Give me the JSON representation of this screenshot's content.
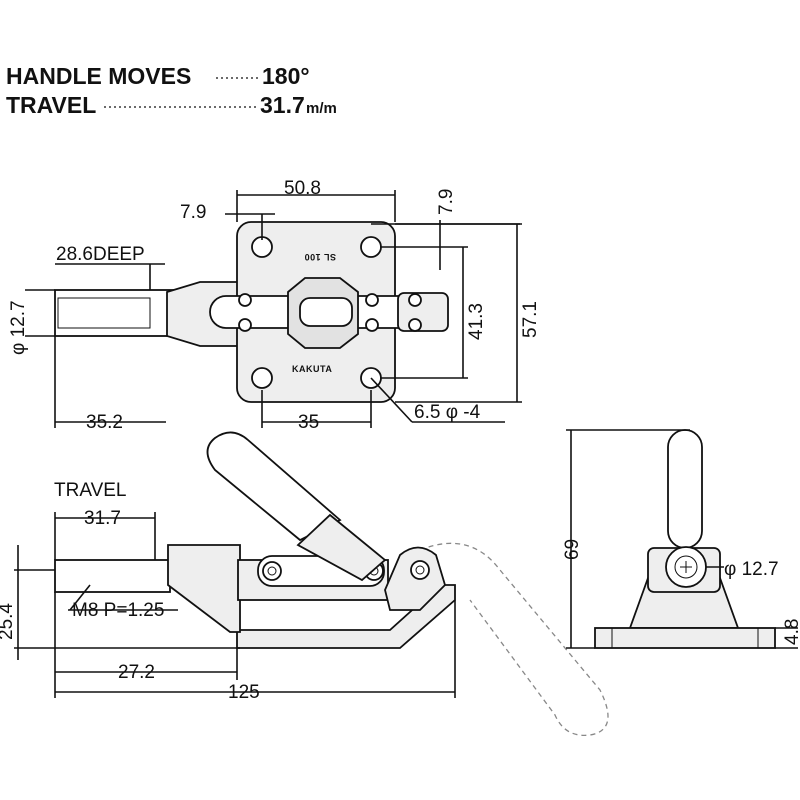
{
  "specs": {
    "handle_label": "HANDLE MOVES",
    "handle_value": "180°",
    "travel_label": "TRAVEL",
    "travel_value": "31.7",
    "travel_unit": "m/m"
  },
  "top_view": {
    "dim_width": "50.8",
    "dim_left_offset": "7.9",
    "dim_right_offset": "7.9",
    "dim_deep": "28.6DEEP",
    "dim_plunger_dia": "φ 12.7",
    "dim_hole_span": "41.3",
    "dim_height": "57.1",
    "dim_plunger_ext": "35.2",
    "dim_hole_pitch": "35",
    "dim_holes": "6.5 φ -4",
    "mark_part": "SL 100",
    "mark_brand": "KAKUTA"
  },
  "side_view": {
    "travel_label": "TRAVEL",
    "dim_travel": "31.7",
    "dim_height": "25.4",
    "dim_thread": "M8 P=1.25",
    "dim_base_offset": "27.2",
    "dim_length": "125"
  },
  "end_view": {
    "dim_height": "69",
    "dim_dia": "φ 12.7",
    "dim_base": "4.8"
  }
}
